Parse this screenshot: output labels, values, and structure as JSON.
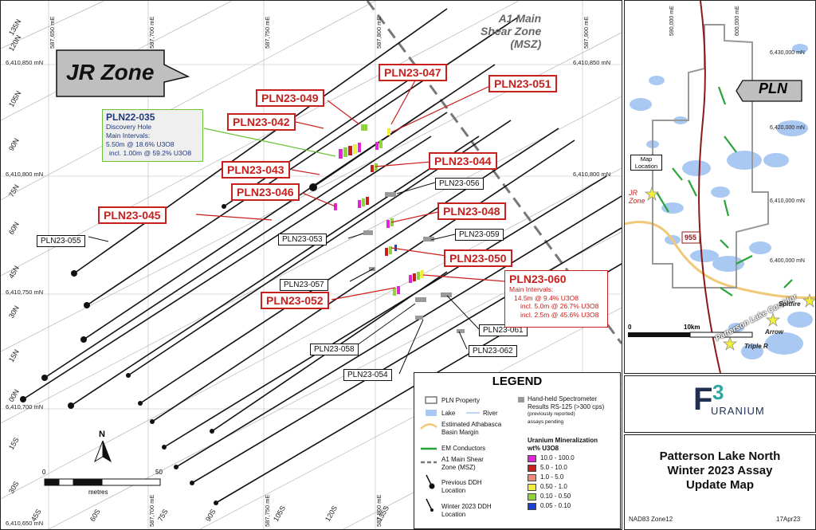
{
  "map": {
    "zone_label": "JR Zone",
    "msz_label": [
      "A1 Main",
      "Shear Zone",
      "(MSZ)"
    ],
    "north_letter": "N",
    "scale": {
      "left": "0",
      "right": "50",
      "unit": "metres"
    },
    "grid_easting": [
      "587,650 mE",
      "587,700 mE",
      "587,750 mE",
      "587,800 mE",
      "587,900 mE"
    ],
    "grid_easting_bottom": [
      "587,700 mE",
      "587,750 mE",
      "587,800 mE"
    ],
    "grid_northing": [
      "6,410,850 mN",
      "6,410,800 mN",
      "6,410,750 mN",
      "6,410,700 mN",
      "6,410,650 mN"
    ],
    "grid_northing_right": [
      "6,410,850 mN",
      "6,410,800 mN"
    ],
    "sections_top": [
      "135N",
      "120N",
      "105N",
      "90N",
      "75N",
      "60N",
      "45N",
      "30N",
      "15N",
      "00N"
    ],
    "sections_bottom": [
      "15S",
      "30S",
      "45S",
      "60S",
      "75S",
      "90S",
      "105S",
      "120S",
      "135S"
    ],
    "red_labels": [
      "PLN23-047",
      "PLN23-049",
      "PLN23-051",
      "PLN23-042",
      "PLN23-044",
      "PLN23-043",
      "PLN23-046",
      "PLN23-048",
      "PLN23-045",
      "PLN23-050",
      "PLN23-052"
    ],
    "black_labels": [
      "PLN23-056",
      "PLN23-055",
      "PLN23-053",
      "PLN23-059",
      "PLN23-057",
      "PLN23-061",
      "PLN23-058",
      "PLN23-062",
      "PLN23-054"
    ],
    "pln22": {
      "title": "PLN22-035",
      "sub": "Discovery Hole",
      "l1": "Main Intervals:",
      "l2": "5.50m @ 18.6% U3O8",
      "l3": "incl. 1.00m @ 59.2% U3O8"
    },
    "pln60": {
      "title": "PLN23-060",
      "l1": "Main Intervals:",
      "l2": "14.5m @ 9.4% U3O8",
      "l3": "incl. 5.0m @ 26.7% U3O8",
      "l4": "incl. 2.5m @ 45.6% U3O8"
    }
  },
  "legend": {
    "title": "LEGEND",
    "pln_property": "PLN Property",
    "lake": "Lake",
    "river": "River",
    "basin": [
      "Estimated Athabasca",
      "Basin Margin"
    ],
    "em": "EM Conductors",
    "msz": [
      "A1 Main Shear",
      "Zone (MSZ)"
    ],
    "prev": [
      "Previous DDH",
      "Location"
    ],
    "winter": [
      "Winter 2023 DDH",
      "Location"
    ],
    "spectro": [
      "Hand-held Spectrometer",
      "Results RS-125 (>300 cps)",
      "(previously reported)",
      "assays pending"
    ],
    "uran_title": [
      "Uranium Mineralization",
      "wt% U3O8"
    ],
    "classes": [
      {
        "label": "10.0 - 100.0",
        "color": "#e024d6"
      },
      {
        "label": "5.0 - 10.0",
        "color": "#c8201e"
      },
      {
        "label": "1.0 - 5.0",
        "color": "#f08a7a"
      },
      {
        "label": "0.50 - 1.0",
        "color": "#f2ee3a"
      },
      {
        "label": "0.10 - 0.50",
        "color": "#8fd43a"
      },
      {
        "label": "0.05 - 0.10",
        "color": "#1f3fd6"
      }
    ]
  },
  "inset": {
    "pln": "PLN",
    "easting": [
      "590,000 mE",
      "600,000 mE"
    ],
    "northing": [
      "6,430,000 mN",
      "6,420,000 mN",
      "6,410,000 mN",
      "6,400,000 mN"
    ],
    "map_location": [
      "Map",
      "Location"
    ],
    "jr": [
      "JR",
      "Zone"
    ],
    "road": "955",
    "corridor": "Patterson Lake Corridor",
    "spitfire": "Spitfire",
    "arrow": "Arrow",
    "triple_r": "Triple R",
    "scale": {
      "left": "0",
      "right": "10km"
    }
  },
  "logo": {
    "f": "F",
    "three": "3",
    "text": "URANIUM"
  },
  "title": {
    "lines": [
      "Patterson Lake North",
      "Winter 2023 Assay",
      "Update Map"
    ],
    "datum": "NAD83 Zone12",
    "date": "17Apr23"
  },
  "colors": {
    "red": "#c8201e",
    "lake": "#a9c8f2",
    "em": "#27a33a",
    "basin": "#f0c878",
    "river": "#8a1a1a",
    "logo": "#1e2f52",
    "logo3": "#2ea89e"
  }
}
